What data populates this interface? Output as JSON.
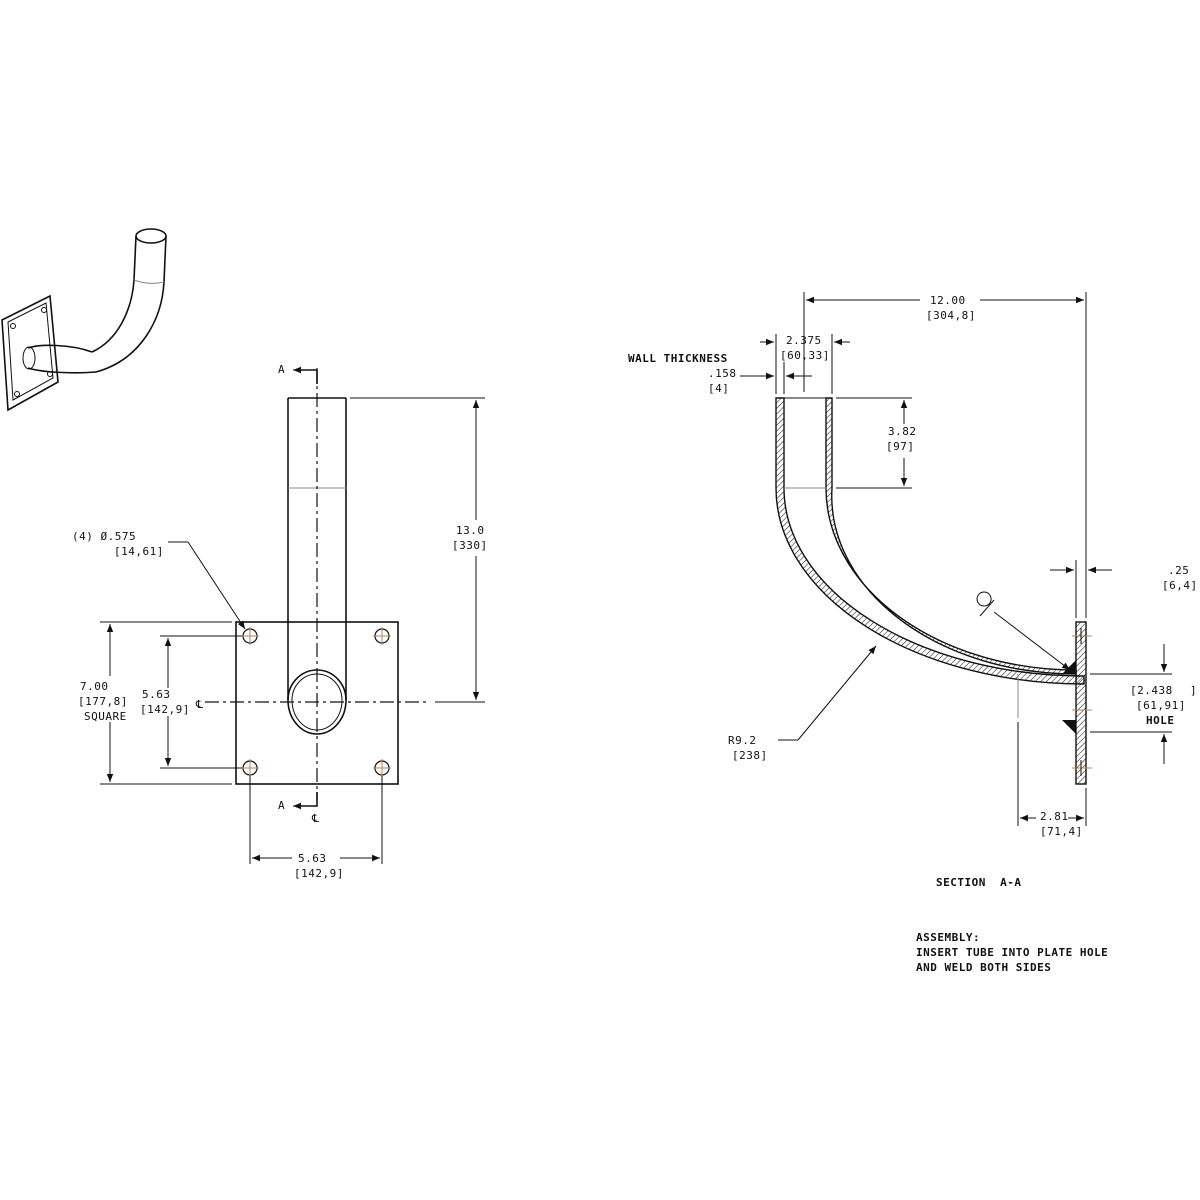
{
  "front_view": {
    "section_label_top": "A",
    "section_label_bottom": "A",
    "holes_callout": {
      "line1": "(4) Ø.575",
      "line2": "[14,61]"
    },
    "tube_height": {
      "in": "13.0",
      "mm": "[330]"
    },
    "plate_size": {
      "in": "7.00",
      "mm": "[177,8]",
      "note": "SQUARE"
    },
    "hole_spacing_vertical": {
      "in": "5.63",
      "mm": "[142,9]"
    },
    "hole_spacing_horizontal": {
      "in": "5.63",
      "mm": "[142,9]"
    },
    "centerline_symbol": "℄"
  },
  "section_view": {
    "overall_reach": {
      "in": "12.00",
      "mm": "[304,8]"
    },
    "tube_od": {
      "in": "2.375",
      "mm": "[60,33]"
    },
    "wall_thickness": {
      "label": "WALL THICKNESS",
      "in": ".158",
      "mm": "[4]"
    },
    "straight_length": {
      "in": "3.82",
      "mm": "[97]"
    },
    "plate_thickness": {
      "in": ".25",
      "mm": "[6,4]"
    },
    "plate_hole": {
      "in": "[2.438",
      "mm": "[61,91]",
      "note": "HOLE"
    },
    "bend_radius": {
      "in": "R9.2",
      "mm": "[238]"
    },
    "tube_insert": {
      "in": "2.81",
      "mm": "[71,4]"
    },
    "title": "SECTION  A-A"
  },
  "notes": {
    "line1": "ASSEMBLY:",
    "line2": "INSERT TUBE INTO PLATE HOLE",
    "line3": "AND WELD BOTH SIDES"
  }
}
